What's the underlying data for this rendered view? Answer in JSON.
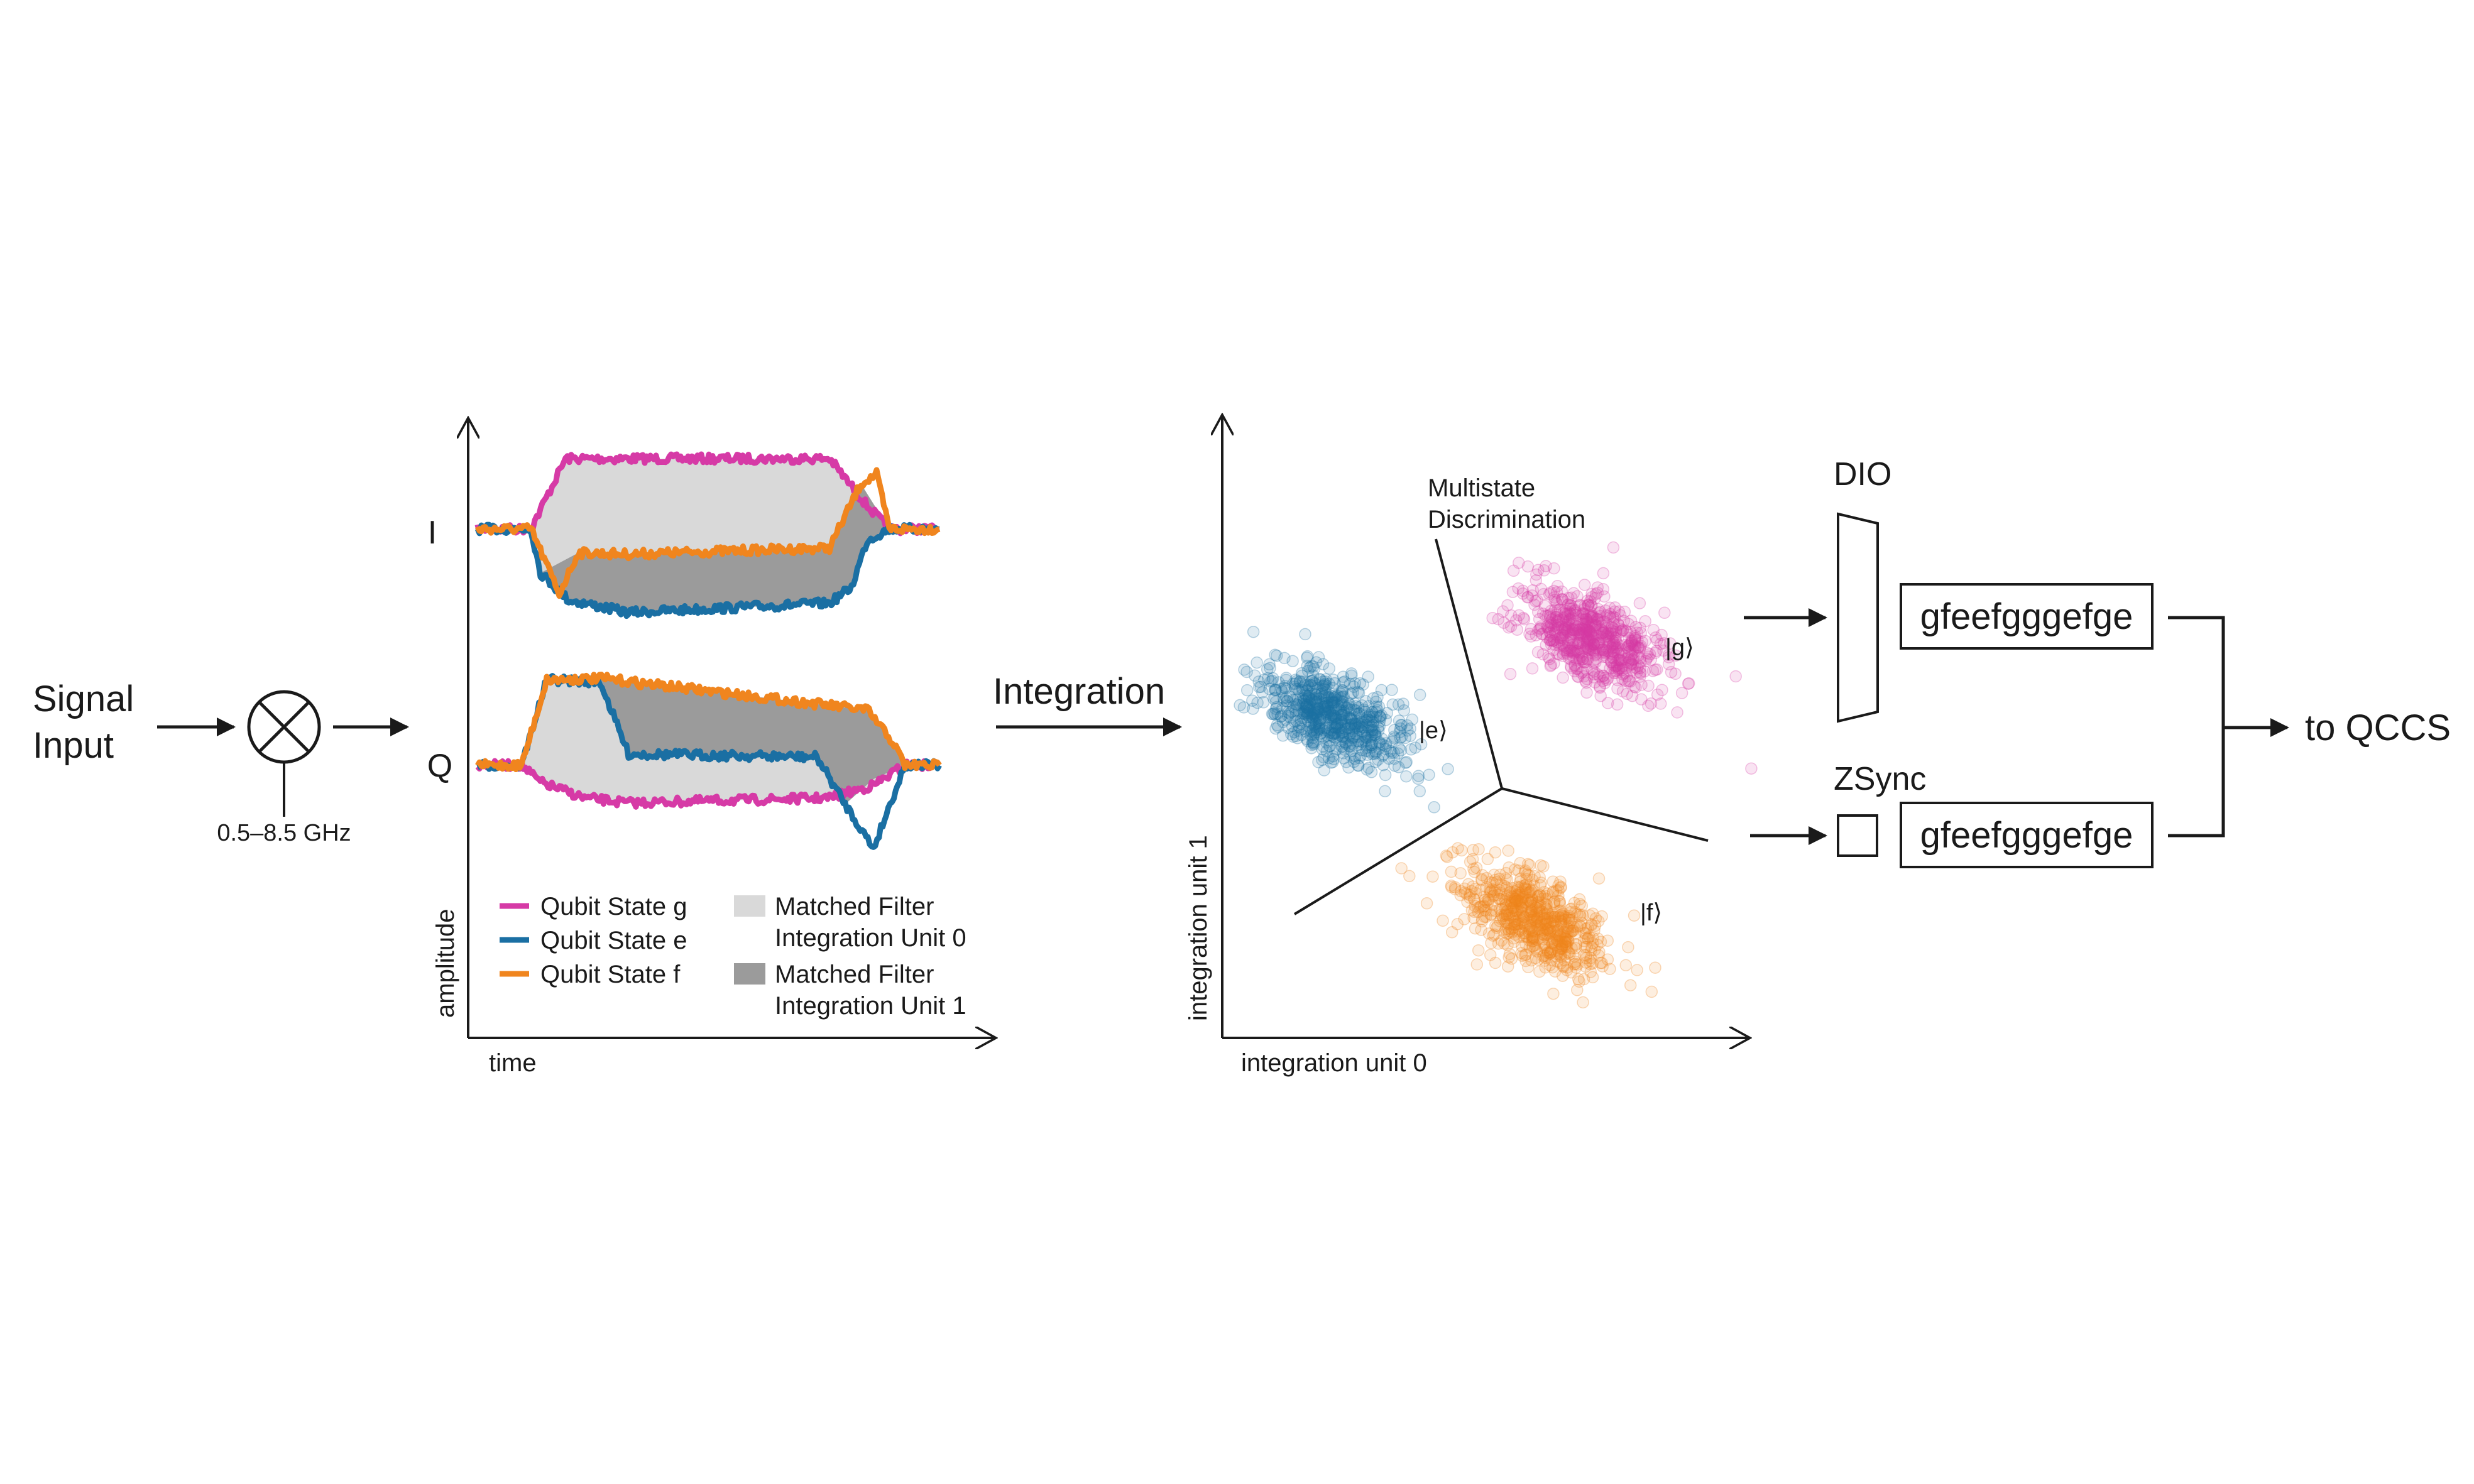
{
  "input": {
    "line1": "Signal",
    "line2": "Input",
    "mixer_freq": "0.5–8.5 GHz"
  },
  "traces": {
    "i_label": "I",
    "q_label": "Q",
    "x_label": "time",
    "y_label": "amplitude",
    "legend": {
      "state_g": "Qubit State g",
      "state_e": "Qubit State e",
      "state_f": "Qubit State f",
      "filter0_line1": "Matched Filter",
      "filter0_line2": "Integration Unit 0",
      "filter1_line1": "Matched Filter",
      "filter1_line2": "Integration Unit 1"
    }
  },
  "integration_label": "Integration",
  "scatter": {
    "title_line1": "Multistate",
    "title_line2": "Discrimination",
    "x_label": "integration unit 0",
    "y_label": "integration unit 1",
    "state_g": "|g⟩",
    "state_e": "|e⟩",
    "state_f": "|f⟩"
  },
  "outputs": {
    "dio_label": "DIO",
    "zsync_label": "ZSync",
    "dio_sequence": "gfeefgggefge",
    "zsync_sequence": "gfeefgggefge",
    "destination": "to QCCS"
  },
  "colors": {
    "state_g": "#d63aa6",
    "state_e": "#1a6fa3",
    "state_f": "#f0851e",
    "filter0": "#d9d9d9",
    "filter1": "#9b9b9b",
    "ink": "#1a1a1a"
  }
}
